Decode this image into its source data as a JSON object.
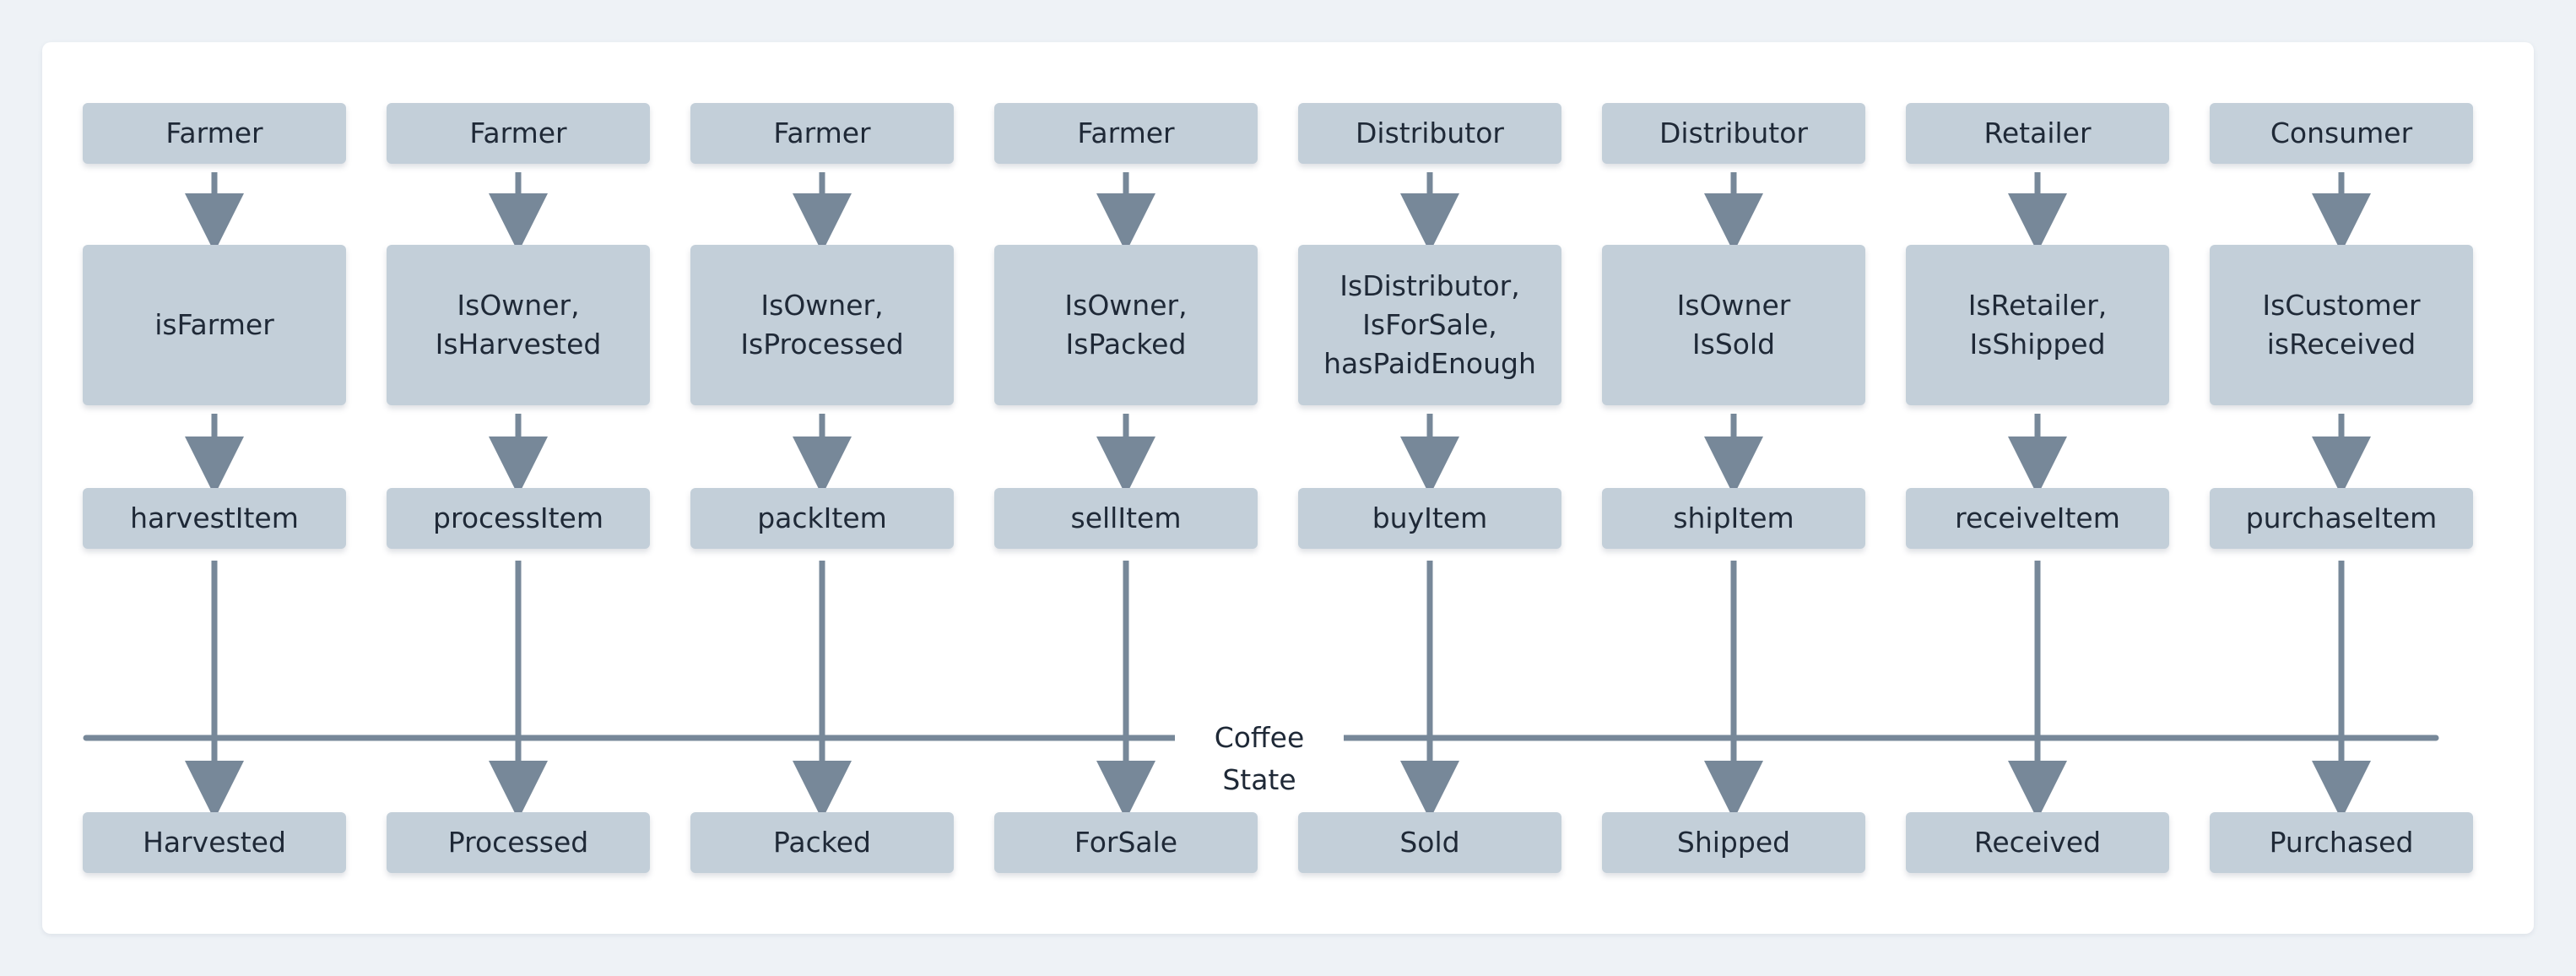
{
  "colors": {
    "background": "#eef2f6",
    "card": "#ffffff",
    "node_fill": "#c3cfd9",
    "arrow": "#778899",
    "text": "#1f2937"
  },
  "state_line_label": "Coffee State",
  "columns": [
    {
      "actor": "Farmer",
      "modifier": "isFarmer",
      "function": "harvestItem",
      "state": "Harvested"
    },
    {
      "actor": "Farmer",
      "modifier": "IsOwner,\nIsHarvested",
      "function": "processItem",
      "state": "Processed"
    },
    {
      "actor": "Farmer",
      "modifier": "IsOwner,\nIsProcessed",
      "function": "packItem",
      "state": "Packed"
    },
    {
      "actor": "Farmer",
      "modifier": "IsOwner,\nIsPacked",
      "function": "sellItem",
      "state": "ForSale"
    },
    {
      "actor": "Distributor",
      "modifier": "IsDistributor,\nIsForSale,\nhasPaidEnough",
      "function": "buyItem",
      "state": "Sold"
    },
    {
      "actor": "Distributor",
      "modifier": "IsOwner\nIsSold",
      "function": "shipItem",
      "state": "Shipped"
    },
    {
      "actor": "Retailer",
      "modifier": "IsRetailer,\nIsShipped",
      "function": "receiveItem",
      "state": "Received"
    },
    {
      "actor": "Consumer",
      "modifier": "IsCustomer\nisReceived",
      "function": "purchaseItem",
      "state": "Purchased"
    }
  ]
}
